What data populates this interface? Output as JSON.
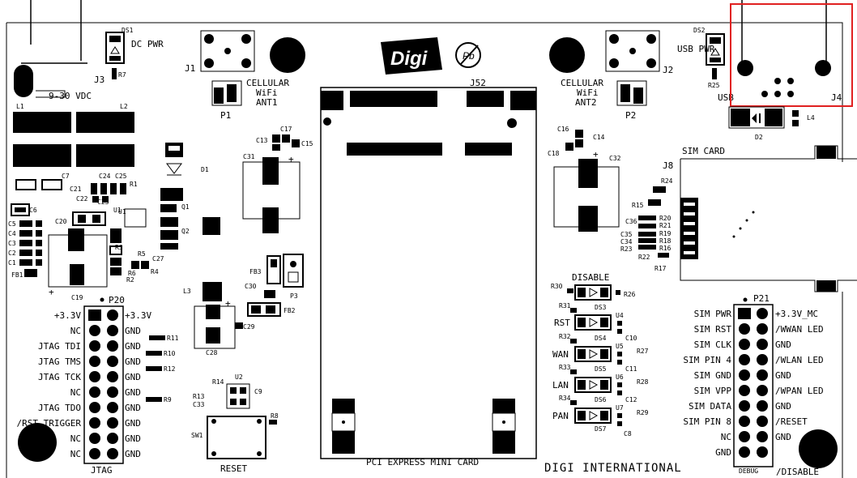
{
  "logo": {
    "brand": "Digi"
  },
  "labels": {
    "dc_pwr": "DC PWR",
    "ds1": "DS1",
    "j3": "J3",
    "r7": "R7",
    "vdc": "9-30 VDC",
    "l1": "L1",
    "l2": "L2",
    "j1": "J1",
    "cell1": "CELLULAR",
    "wifi1": "WiFi",
    "ant1": "ANT1",
    "p1": "P1",
    "j52": "J52",
    "cell2": "CELLULAR",
    "wifi2": "WiFi",
    "ant2": "ANT2",
    "j2": "J2",
    "p2": "P2",
    "ds2": "DS2",
    "usb_pwr": "USB PWR",
    "r25": "R25",
    "usb": "USB",
    "j4": "J4",
    "l4": "L4",
    "d2": "D2",
    "sim_card": "SIM CARD",
    "j8": "J8",
    "d1": "D1",
    "u1": "U1",
    "q1": "Q1",
    "q2": "Q2",
    "fb1": "FB1",
    "fb2": "FB2",
    "fb3": "FB3",
    "p3": "P3",
    "l3": "L3",
    "c28": "C28",
    "c29": "C29",
    "c30": "C30",
    "c31": "C31",
    "c32": "C32",
    "c19": "C19",
    "u2": "U2",
    "sw1": "SW1",
    "r8": "R8",
    "reset": "RESET",
    "jtag": "JTAG",
    "p20": "P20",
    "p21": "P21",
    "debug": "DEBUG",
    "disable_bottom": "/DISABLE",
    "pcie": "PCI EXPRESS MINI CARD",
    "digi_intl": "DIGI INTERNATIONAL",
    "disable": "DISABLE",
    "rst": "RST",
    "wan": "WAN",
    "lan": "LAN",
    "pan": "PAN",
    "ds3": "DS3",
    "ds4": "DS4",
    "ds5": "DS5",
    "ds6": "DS6",
    "ds7": "DS7",
    "r30": "R30",
    "r31": "R31",
    "r32": "R32",
    "r33": "R33",
    "r34": "R34",
    "r26": "R26",
    "r27": "R27",
    "r28": "R28",
    "r29": "R29",
    "u4": "U4",
    "u5": "U5",
    "u6": "U6",
    "u7": "U7",
    "c10": "C10",
    "c11": "C11",
    "c12": "C12",
    "c8": "C8"
  },
  "p20_left": [
    "+3.3V",
    "NC",
    "JTAG TDI",
    "JTAG TMS",
    "JTAG TCK",
    "NC",
    "JTAG TDO",
    "/RST TRIGGER",
    "NC",
    "NC"
  ],
  "p20_right": [
    "+3.3V",
    "GND",
    "GND",
    "GND",
    "GND",
    "GND",
    "GND",
    "GND",
    "GND",
    "GND"
  ],
  "p20_resistors": [
    "R11",
    "R10",
    "R12",
    "R9"
  ],
  "p21_left": [
    "SIM PWR",
    "SIM RST",
    "SIM CLK",
    "SIM PIN 4",
    "SIM GND",
    "SIM VPP",
    "SIM DATA",
    "SIM PIN 8",
    "NC",
    "GND"
  ],
  "p21_right": [
    "+3.3V_MC",
    "/WWAN LED",
    "GND",
    "/WLAN LED",
    "GND",
    "/WPAN LED",
    "GND",
    "/RESET",
    "GND",
    ""
  ],
  "caps_left": [
    "C5",
    "C4",
    "C3",
    "C2",
    "C1"
  ],
  "sim_resistors": [
    "R24",
    "R15",
    "C36",
    "R20",
    "R21",
    "C35",
    "R19",
    "C34",
    "R18",
    "R23",
    "R16",
    "R22",
    "R17"
  ],
  "colors": {
    "highlight": "#e02020",
    "ink": "#000000"
  }
}
